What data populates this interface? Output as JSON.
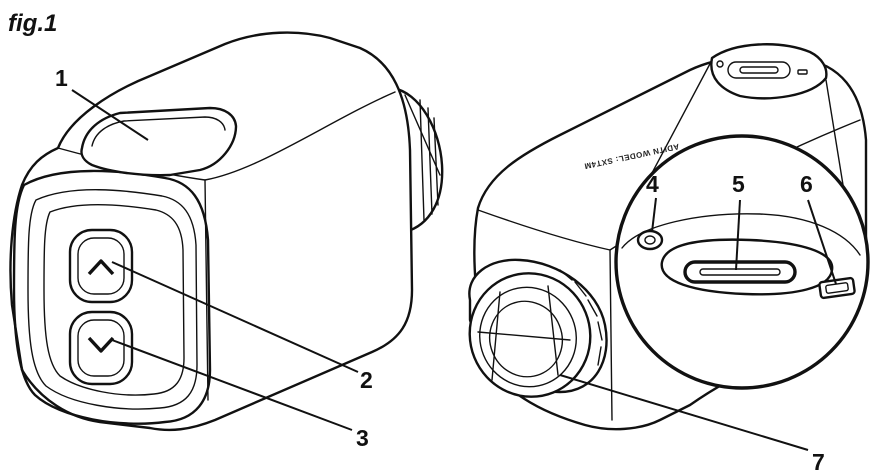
{
  "figure": {
    "title": "fig.1",
    "engraved_text": "ADITN WODEL: SXT4M"
  },
  "callouts": [
    {
      "id": "1",
      "label": "1",
      "part": "display-window"
    },
    {
      "id": "2",
      "label": "2",
      "part": "up-button"
    },
    {
      "id": "3",
      "label": "3",
      "part": "down-button"
    },
    {
      "id": "4",
      "label": "4",
      "part": "reset-hole"
    },
    {
      "id": "5",
      "label": "5",
      "part": "usb-c-port"
    },
    {
      "id": "6",
      "label": "6",
      "part": "led-indicator"
    },
    {
      "id": "7",
      "label": "7",
      "part": "mounting-nut"
    }
  ],
  "icons": {
    "up": "chevron-up-icon",
    "down": "chevron-down-icon"
  }
}
